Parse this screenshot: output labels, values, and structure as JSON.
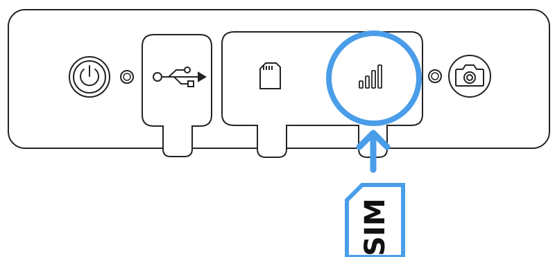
{
  "diagram": {
    "device": "camera-port-panel",
    "panels": [
      "usb-port-cover",
      "sd-and-sim-cover"
    ],
    "icons": [
      "power-icon",
      "power-led-icon",
      "usb-icon",
      "sd-card-icon",
      "signal-bars-icon",
      "status-led-icon",
      "camera-icon"
    ],
    "highlight": {
      "target": "signal-bars-icon",
      "color": "#4a9de8"
    },
    "arrow": {
      "direction": "up",
      "color": "#4a9de8"
    },
    "sim_card": {
      "label": "SIM",
      "border_color": "#4a9de8",
      "text_color": "#111111"
    }
  }
}
